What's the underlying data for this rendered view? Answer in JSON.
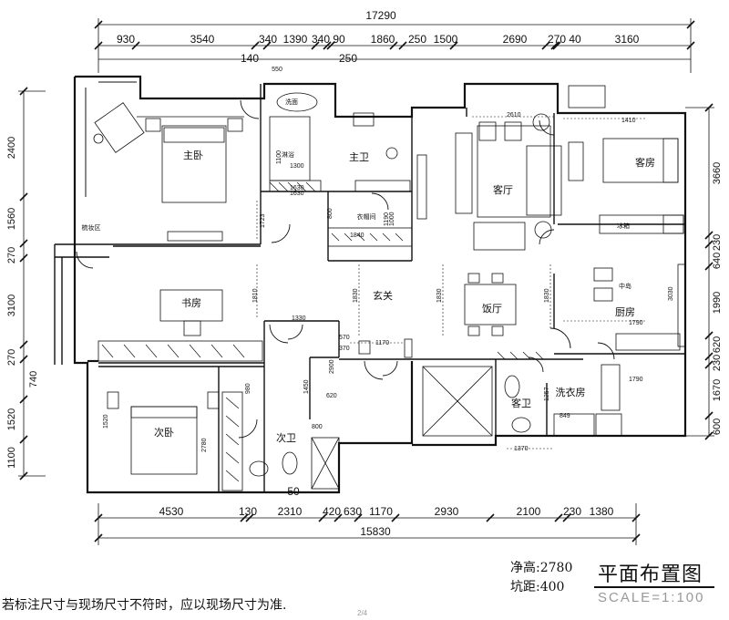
{
  "drawing": {
    "title": "平面布置图",
    "scale": "SCALE=1:100",
    "ceiling_height": "净高:2780",
    "pit_distance": "坑距:400",
    "note": "若标注尺寸与现场尺寸不符时，应以现场尺寸为准.",
    "page_number": "2/4"
  },
  "dimensions": {
    "top_total": "17290",
    "top_segments": [
      "930",
      "3540",
      "340",
      "1390",
      "340",
      "90",
      "1860",
      "250",
      "1500",
      "2690",
      "270",
      "40",
      "3160"
    ],
    "top_sub": [
      "140",
      "550",
      "250"
    ],
    "bottom_total": "15830",
    "bottom_segments": [
      "4530",
      "130",
      "2310",
      "420",
      "630",
      "1170",
      "2930",
      "2100",
      "230",
      "1380"
    ],
    "bottom_sub": "50",
    "left": [
      "2400",
      "1560",
      "270",
      "3100",
      "270",
      "740",
      "1520",
      "1100"
    ],
    "right": [
      "3660",
      "230",
      "640",
      "1990",
      "620",
      "230",
      "1670",
      "600"
    ]
  },
  "rooms": {
    "master_bedroom": "主卧",
    "master_bath": "主卫",
    "living_room": "客厅",
    "guest_room": "客房",
    "study": "书房",
    "foyer": "玄关",
    "dining_room": "饭厅",
    "kitchen": "厨房",
    "second_bedroom": "次卧",
    "second_bath": "次卫",
    "guest_bath": "客卫",
    "laundry": "洗衣房",
    "closet": "衣帽间",
    "fridge": "冰箱",
    "island": "中岛",
    "shower": "淋浴",
    "washbasin": "洗面",
    "study_corner": "梳妆区"
  },
  "inner_dims": [
    "1300",
    "1100",
    "1630",
    "1840",
    "1723",
    "800",
    "1000",
    "1810",
    "1830",
    "1830",
    "1830",
    "1330",
    "2610",
    "1410",
    "1790",
    "1790",
    "3030",
    "1170",
    "1450",
    "980",
    "620",
    "800",
    "1520",
    "2780",
    "1370",
    "849",
    "1257",
    "1630",
    "1190",
    "570",
    "370",
    "2900"
  ]
}
